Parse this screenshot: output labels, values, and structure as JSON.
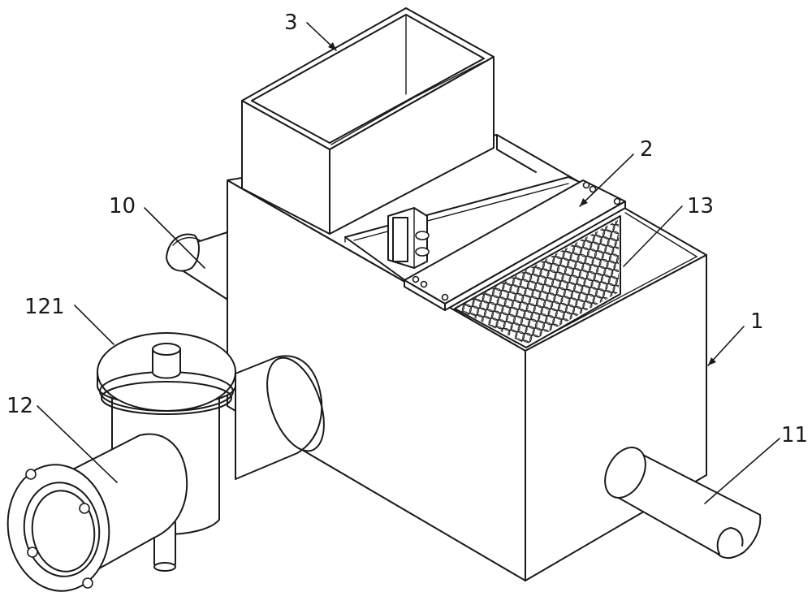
{
  "labels": [
    {
      "id": "housing",
      "text": "1"
    },
    {
      "id": "filter-plate",
      "text": "2"
    },
    {
      "id": "hopper",
      "text": "3"
    },
    {
      "id": "inlet-pipe",
      "text": "10"
    },
    {
      "id": "outlet-pipe",
      "text": "11"
    },
    {
      "id": "flange-pipe",
      "text": "12"
    },
    {
      "id": "filter-cap",
      "text": "121"
    },
    {
      "id": "mesh-screen",
      "text": "13"
    }
  ],
  "colors": {
    "line": "#1a1a1a",
    "fill": "#ffffff"
  }
}
